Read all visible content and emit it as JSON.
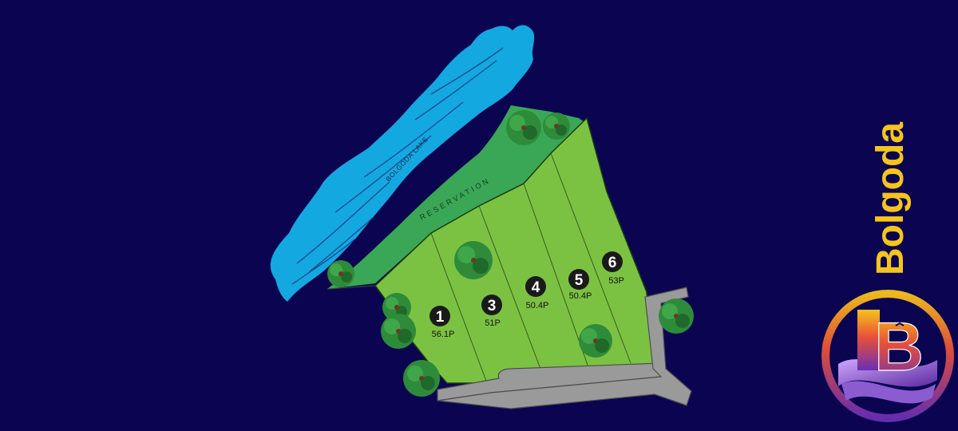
{
  "colors": {
    "background": "#0b0551",
    "lake": "#14a8e0",
    "reservation": "#3aa757",
    "plots": "#7cc242",
    "road": "#9a9a9a",
    "tree": "#2e8b3a",
    "plot_line": "#3b5a1f",
    "brand": "#f6c51b"
  },
  "map": {
    "lake_label": "BOLGODA LAKE",
    "reservation_label": "RESERVATION",
    "plots": [
      {
        "number": "1",
        "size": "56.1P"
      },
      {
        "number": "3",
        "size": "51P"
      },
      {
        "number": "4",
        "size": "50.4P"
      },
      {
        "number": "5",
        "size": "50.4P"
      },
      {
        "number": "6",
        "size": "53P"
      }
    ]
  },
  "brand": {
    "name": "Bolgoda",
    "logo_letter": "B"
  }
}
